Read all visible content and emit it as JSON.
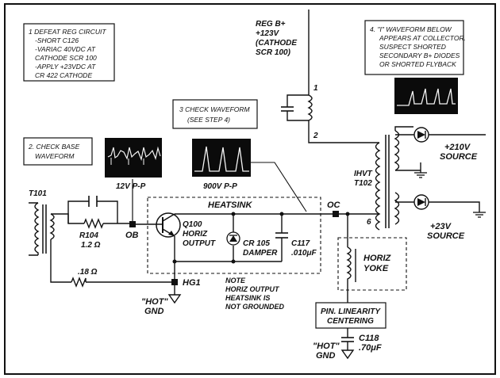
{
  "notes": {
    "step1": [
      "1   DEFEAT REG CIRCUIT",
      "-SHORT C126",
      "-VARIAC   40VDC AT",
      "CATHODE SCR 100",
      "-APPLY +23VDC AT",
      "CR 422 CATHODE"
    ],
    "step2": [
      "2.  CHECK BASE",
      "WAVEFORM"
    ],
    "step3": [
      "3   CHECK WAVEFORM",
      "(SEE STEP 4)"
    ],
    "step4": [
      "4.  \"I\" WAVEFORM BELOW",
      "APPEARS AT COLLECTOR.",
      "SUSPECT SHORTED",
      "SECONDARY B+ DIODES",
      "OR SHORTED FLYBACK"
    ]
  },
  "supply": [
    "REG B+",
    "+123V",
    "(CATHODE",
    "SCR 100)"
  ],
  "waveform_labels": {
    "base": "12V P-P",
    "collector": "900V P-P"
  },
  "components": {
    "t101": "T101",
    "r104": [
      "R104",
      "1.2 Ω"
    ],
    "r_small": ".18 Ω",
    "q100": [
      "Q100",
      "HORIZ",
      "OUTPUT"
    ],
    "cr105": [
      "CR 105",
      "DAMPER"
    ],
    "c117": [
      "C117",
      ".010μF"
    ],
    "ihvt": [
      "IHVT",
      "T102"
    ],
    "yoke": [
      "HORIZ",
      "YOKE"
    ],
    "linearity": [
      "PIN. LINEARITY",
      "CENTERING"
    ],
    "c118": [
      "C118",
      ".70μF"
    ]
  },
  "labels": {
    "heatsink": "HEATSINK",
    "ob": "OB",
    "oc": "OC",
    "hg1": "HG1",
    "pin1": "1",
    "pin2": "2",
    "pin6": "6",
    "hot_gnd_left": [
      "\"HOT\"",
      "GND"
    ],
    "hot_gnd_bottom": [
      "\"HOT\"",
      "GND"
    ],
    "note": [
      "NOTE",
      "HORIZ OUTPUT",
      "HEATSINK IS",
      "NOT GROUNDED"
    ],
    "out_210": [
      "+210V",
      "SOURCE"
    ],
    "out_23": [
      "+23V",
      "SOURCE"
    ]
  }
}
